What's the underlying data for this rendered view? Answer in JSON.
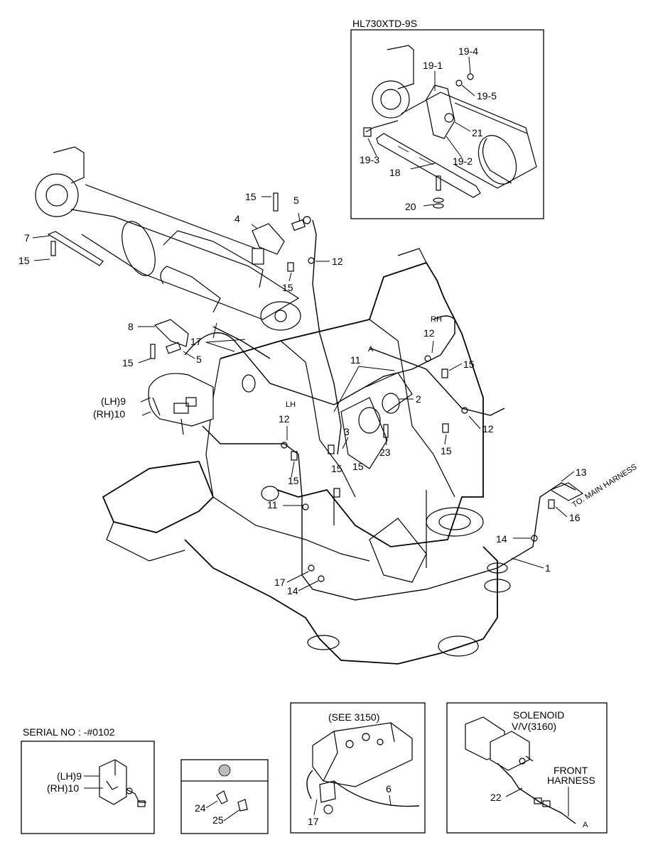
{
  "inset_top": {
    "title": "HL730XTD-9S",
    "labels": [
      "19-4",
      "19-1",
      "19-5",
      "21",
      "19-3",
      "19-2",
      "18",
      "20"
    ]
  },
  "main_labels": {
    "l15a": "15",
    "l5a": "5",
    "l4": "4",
    "l7": "7",
    "l15b": "15",
    "l12a": "12",
    "l15c": "15",
    "l8": "8",
    "l17a": "17",
    "l15d": "15",
    "l5b": "5",
    "lRH": "RH",
    "l12b": "12",
    "lA1": "A",
    "l11a": "11",
    "l15e": "15",
    "l9": "(LH)9",
    "l10": "(RH)10",
    "l2": "2",
    "lLH": "LH",
    "l12c": "12",
    "l3": "3",
    "l12d": "12",
    "l23": "23",
    "l15f": "15",
    "l15g": "15",
    "l15h": "15",
    "l15i": "15",
    "l13": "13",
    "l11b": "11",
    "l16": "16",
    "l14a": "14",
    "l1": "1",
    "l17b": "17",
    "l14b": "14",
    "to_main": "TO. MAIN HARNESS"
  },
  "inset_serial": {
    "header": "SERIAL NO : -#0102",
    "l9": "(LH)9",
    "l10": "(RH)10"
  },
  "inset_clip": {
    "l24": "24",
    "l25": "25"
  },
  "inset_valve": {
    "see": "(SEE 3150)",
    "l6": "6",
    "l17": "17"
  },
  "inset_solenoid": {
    "title1": "SOLENOID",
    "title2": "V/V(3160)",
    "front1": "FRONT",
    "front2": "HARNESS",
    "l22": "22",
    "lA": "A"
  }
}
